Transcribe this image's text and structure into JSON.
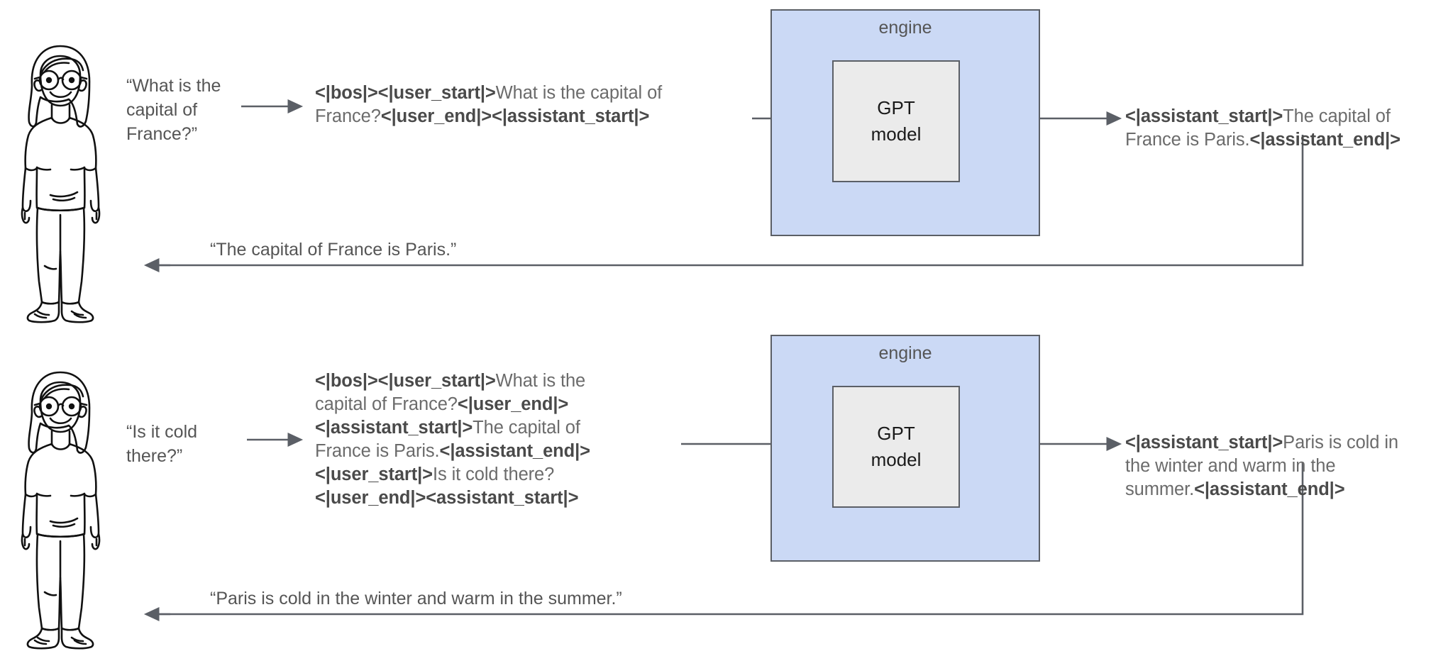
{
  "diagram": {
    "title": "GPT conversation engine token flow",
    "colors": {
      "engine_fill": "#cbd9f5",
      "engine_stroke": "#5b5f66",
      "model_fill": "#ebebeb",
      "model_stroke": "#5b5f66",
      "text": "#555555",
      "token_text": "#4a4a4a",
      "arrow": "#5b5f66"
    }
  },
  "rows": [
    {
      "id": "turn-1",
      "user_quote": "“What is the\ncapital of\nFrance?”",
      "tokens_lines": [
        [
          {
            "t": "<|bos|><|user_start|>",
            "bold": true
          },
          {
            "t": "What is the capital of",
            "bold": false
          }
        ],
        [
          {
            "t": "France?",
            "bold": false
          },
          {
            "t": "<|user_end|><|assistant_start|>",
            "bold": true
          }
        ]
      ],
      "engine_label": "engine",
      "model_label_line1": "GPT",
      "model_label_line2": "model",
      "output_lines": [
        [
          {
            "t": "<|assistant_start|>",
            "bold": true
          },
          {
            "t": "The capital of",
            "bold": false
          }
        ],
        [
          {
            "t": "France is Paris.",
            "bold": false
          },
          {
            "t": "<|assistant_end|>",
            "bold": true
          }
        ]
      ],
      "return_label": "“The capital of France is Paris.”"
    },
    {
      "id": "turn-2",
      "user_quote": "“Is it cold\nthere?”",
      "tokens_lines": [
        [
          {
            "t": "<|bos|><|user_start|>",
            "bold": true
          },
          {
            "t": "What is the",
            "bold": false
          }
        ],
        [
          {
            "t": "capital of France?",
            "bold": false
          },
          {
            "t": "<|user_end|>",
            "bold": true
          }
        ],
        [
          {
            "t": "<|assistant_start|>",
            "bold": true
          },
          {
            "t": "The capital of",
            "bold": false
          }
        ],
        [
          {
            "t": "France is Paris.",
            "bold": false
          },
          {
            "t": "<|assistant_end|>",
            "bold": true
          }
        ],
        [
          {
            "t": "<|user_start|>",
            "bold": true
          },
          {
            "t": "Is it cold there?",
            "bold": false
          }
        ],
        [
          {
            "t": "<|user_end|><assistant_start|>",
            "bold": true
          }
        ]
      ],
      "engine_label": "engine",
      "model_label_line1": "GPT",
      "model_label_line2": "model",
      "output_lines": [
        [
          {
            "t": "<|assistant_start|>",
            "bold": true
          },
          {
            "t": "Paris is cold in",
            "bold": false
          }
        ],
        [
          {
            "t": "the winter and warm in the",
            "bold": false
          }
        ],
        [
          {
            "t": "summer.",
            "bold": false
          },
          {
            "t": "<|assistant_end|>",
            "bold": true
          }
        ]
      ],
      "return_label": "“Paris is cold in the winter and warm in the summer.”"
    }
  ]
}
